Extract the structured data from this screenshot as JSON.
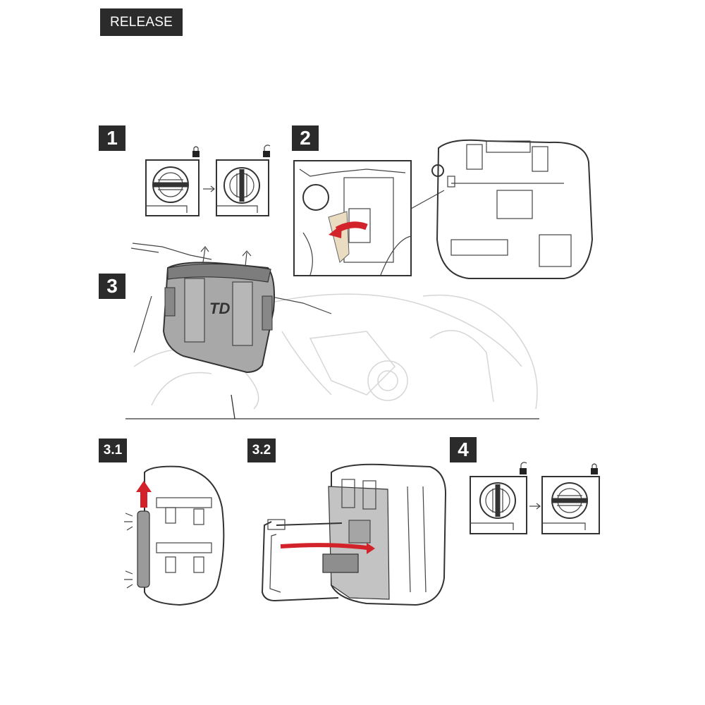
{
  "header": {
    "title": "RELEASE"
  },
  "steps": {
    "s1": "1",
    "s2": "2",
    "s3": "3",
    "s3_1": "3.1",
    "s3_2": "3.2",
    "s4": "4"
  },
  "bag_logo": "TD",
  "colors": {
    "accent": "#d3232a",
    "badge": "#2b2b2b"
  },
  "icons": [
    "lock-closed-icon",
    "lock-open-icon",
    "arrow-right-icon",
    "curved-arrow-icon",
    "up-arrow-icon"
  ]
}
